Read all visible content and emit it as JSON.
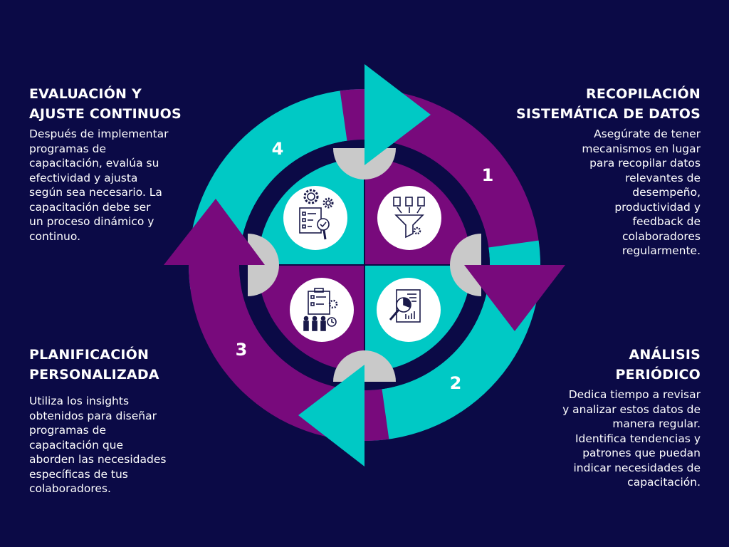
{
  "colors": {
    "background": "#0b0a46",
    "teal": "#00c9c5",
    "purple": "#780a7c",
    "gray": "#c9c9c9",
    "white": "#ffffff"
  },
  "steps": [
    {
      "number": "1",
      "title_lines": [
        "RECOPILACIÓN",
        "SISTEMÁTICA DE DATOS"
      ],
      "body_lines": [
        "Asegúrate de tener",
        "mecanismos en lugar",
        "para recopilar datos",
        "relevantes de",
        "desempeño,",
        "productividad y",
        "feedback de",
        "colaboradores",
        "regularmente."
      ],
      "icon": "data-funnel-icon"
    },
    {
      "number": "2",
      "title_lines": [
        "ANÁLISIS",
        "PERIÓDICO"
      ],
      "body_lines": [
        "Dedica tiempo a revisar",
        "y analizar estos datos de",
        "manera regular.",
        "Identifica tendencias y",
        "patrones que puedan",
        "indicar necesidades de",
        "capacitación."
      ],
      "icon": "report-analysis-icon"
    },
    {
      "number": "3",
      "title_lines": [
        "PLANIFICACIÓN",
        "PERSONALIZADA"
      ],
      "body_lines": [
        "Utiliza los insights",
        "obtenidos para diseñar",
        "programas de",
        "capacitación que",
        "aborden las necesidades",
        "específicas de tus",
        "colaboradores."
      ],
      "icon": "team-planning-icon"
    },
    {
      "number": "4",
      "title_lines": [
        "EVALUACIÓN Y",
        "AJUSTE CONTINUOS"
      ],
      "body_lines": [
        "Después de implementar",
        "programas de",
        "capacitación, evalúa su",
        "efectividad y ajusta",
        "según sea necesario. La",
        "capacitación debe ser",
        "un proceso dinámico y",
        "continuo."
      ],
      "icon": "gear-checklist-icon"
    }
  ]
}
